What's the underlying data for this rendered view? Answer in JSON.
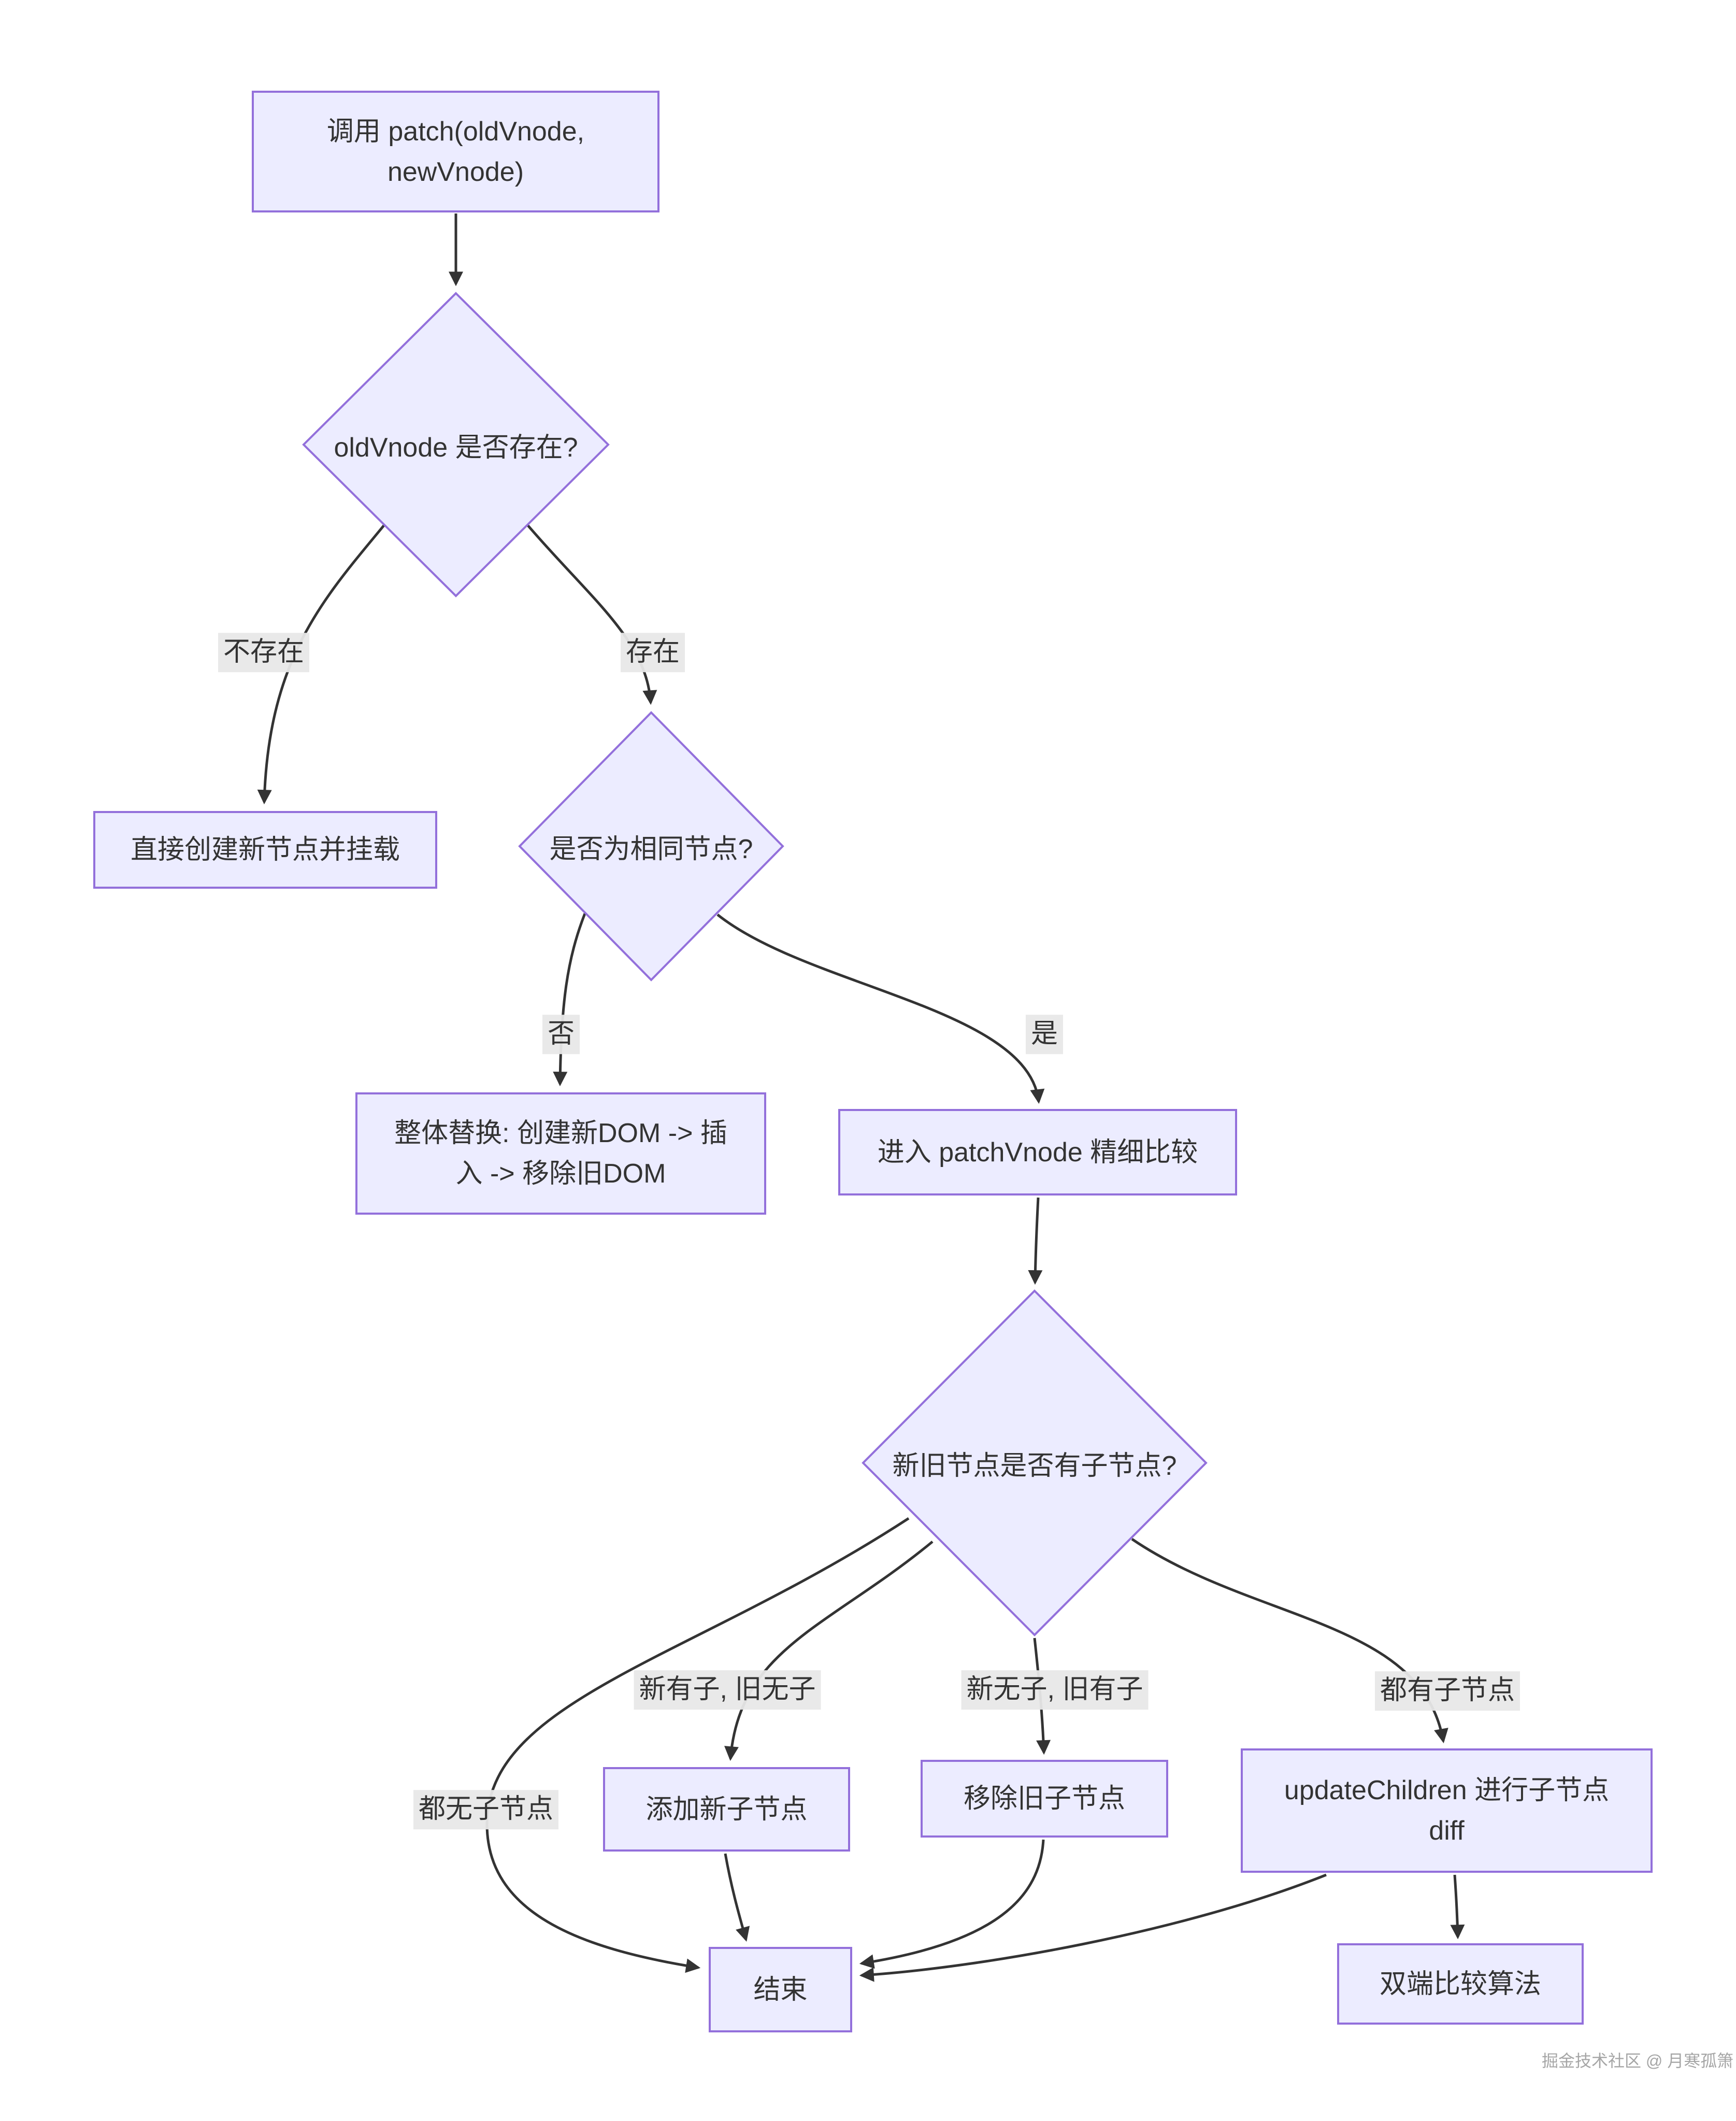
{
  "diagram": {
    "type": "flowchart",
    "nodes": {
      "start": {
        "lines": [
          "调用 patch(oldVnode,",
          "newVnode)"
        ]
      },
      "check_old_exists": {
        "label": "oldVnode 是否存在?"
      },
      "create_mount": {
        "label": "直接创建新节点并挂载"
      },
      "check_same_node": {
        "label": "是否为相同节点?"
      },
      "full_replace": {
        "lines": [
          "整体替换: 创建新DOM -> 插",
          "入 -> 移除旧DOM"
        ]
      },
      "patch_vnode": {
        "label": "进入 patchVnode 精细比较"
      },
      "check_children": {
        "label": "新旧节点是否有子节点?"
      },
      "add_children": {
        "label": "添加新子节点"
      },
      "remove_children": {
        "label": "移除旧子节点"
      },
      "update_children": {
        "lines": [
          "updateChildren 进行子节点",
          "diff"
        ]
      },
      "end": {
        "label": "结束"
      },
      "double_ended": {
        "label": "双端比较算法"
      }
    },
    "edge_labels": {
      "not_exists": "不存在",
      "exists": "存在",
      "no": "否",
      "yes": "是",
      "none_has_children": "都无子节点",
      "new_has_old_none": "新有子, 旧无子",
      "new_none_old_has": "新无子, 旧有子",
      "both_have_children": "都有子节点"
    },
    "watermark": "掘金技术社区 @ 月寒孤箫",
    "colors": {
      "node_fill": "#ECECFF",
      "node_border": "#9370DB",
      "edge": "#333333",
      "edge_label_bg": "#e8e8e8",
      "text": "#333333",
      "watermark": "#a6a6a6"
    }
  }
}
